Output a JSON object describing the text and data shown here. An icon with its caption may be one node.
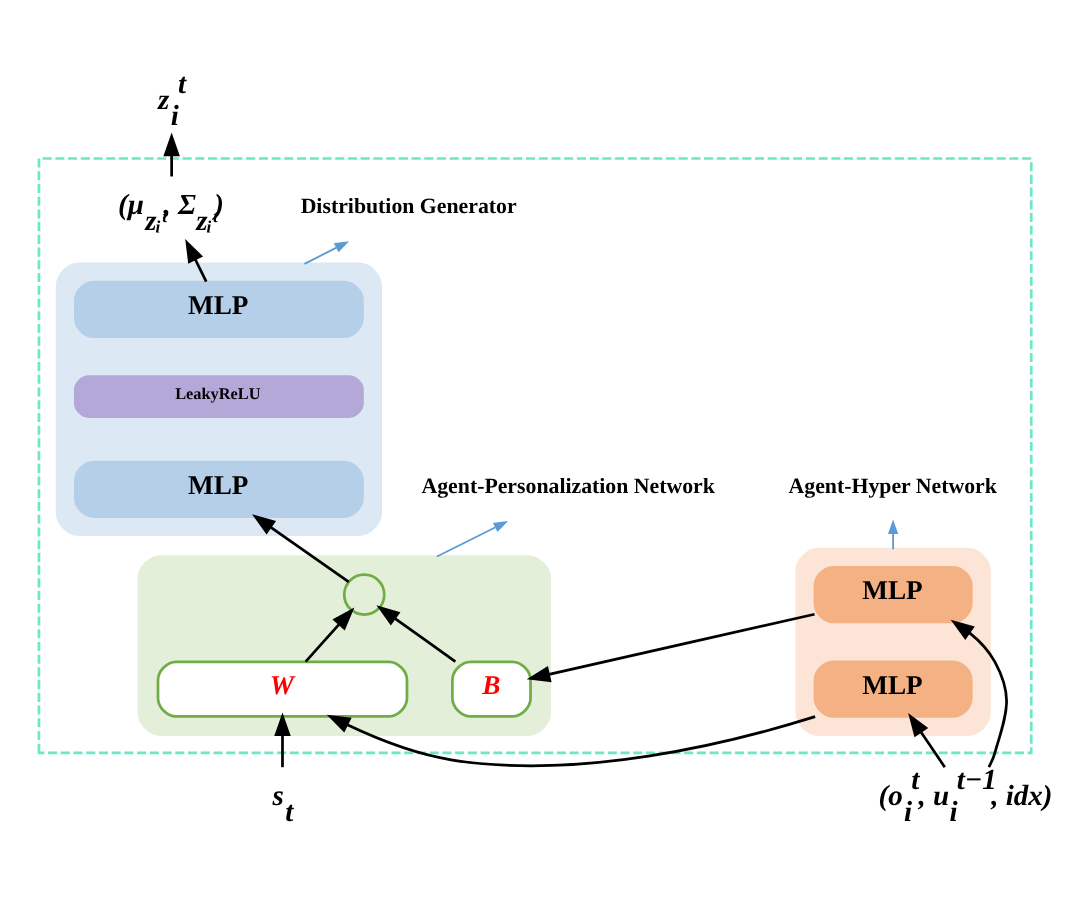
{
  "diagram": {
    "nodes": [
      {
        "text": [],
        "shape": "box"
      },
      {
        "text": [
          "z$_{i}$$^{t}$"
        ]
      },
      {
        "text": [
          "(μ$_{zᵢᵗ}$, Σ$_{zᵢᵗ}$)"
        ],
        "in": 0
      },
      {
        "text": [
          "Distribution Generator"
        ],
        "in": 0
      },
      {
        "text": [],
        "shape": "box",
        "in": 0
      },
      {
        "text": [
          "MLP"
        ],
        "in": 4
      },
      {
        "text": [
          "LeakyReLU"
        ],
        "in": 4
      },
      {
        "text": [
          "MLP"
        ],
        "in": 4
      },
      {
        "text": [
          "Agent-Personalization Network"
        ],
        "in": 0
      },
      {
        "text": [],
        "shape": "box",
        "in": 0
      },
      {
        "text": [],
        "shape": "circle",
        "in": 9
      },
      {
        "text": [
          "B"
        ],
        "in": 9
      },
      {
        "text": [
          "W"
        ],
        "in": 9
      },
      {
        "text": [
          "Agent-Hyper Network"
        ],
        "in": 0
      },
      {
        "text": [],
        "shape": "box",
        "in": 0
      },
      {
        "text": [
          "MLP"
        ],
        "in": 14
      },
      {
        "text": [
          "MLP"
        ],
        "in": 14
      },
      {
        "text": [
          "s$_{t}$"
        ]
      },
      {
        "text": [
          "(o$_{i}$$^{t}$, u$_{i}$$^{t−1}$, idx)"
        ]
      }
    ],
    "edges": [
      {
        "from": 17,
        "to": 12,
        "arrow": "to"
      },
      {
        "from": 12,
        "to": 10,
        "arrow": "to"
      },
      {
        "from": 11,
        "to": 10,
        "arrow": "to"
      },
      {
        "from": 10,
        "to": 7,
        "arrow": "to"
      },
      {
        "from": 5,
        "to": 2,
        "arrow": "to"
      },
      {
        "from": 2,
        "to": 1,
        "arrow": "to"
      },
      {
        "from": 15,
        "to": 11,
        "arrow": "to"
      },
      {
        "from": 16,
        "to": 12,
        "arrow": "to"
      },
      {
        "from": 18,
        "to": 15,
        "arrow": "to"
      },
      {
        "from": 18,
        "to": 16,
        "arrow": "to"
      },
      {
        "from": 4,
        "to": 3,
        "arrow": "to",
        "color": "#5b9bd5"
      },
      {
        "from": 9,
        "to": 8,
        "arrow": "to",
        "color": "#5b9bd5"
      },
      {
        "from": 14,
        "to": 13,
        "arrow": "to",
        "color": "#5b9bd5"
      }
    ]
  }
}
